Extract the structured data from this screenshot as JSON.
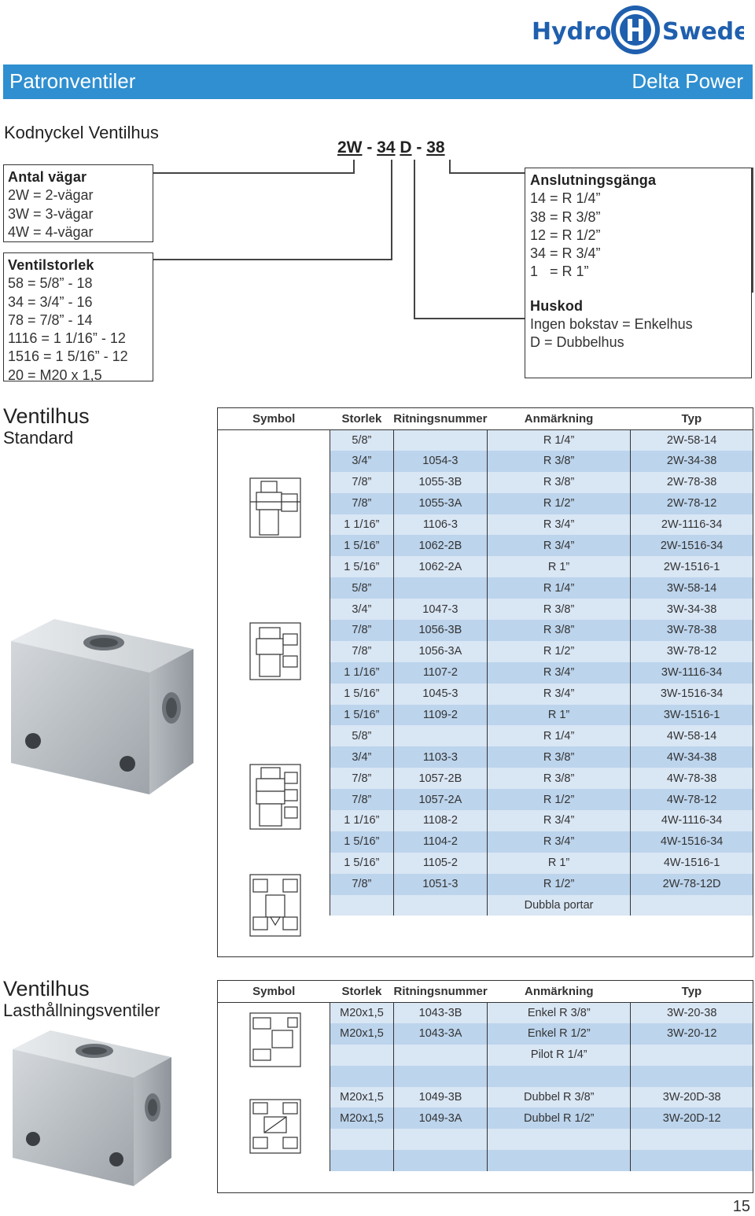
{
  "logo": {
    "text_left": "Hydro",
    "text_right": "Swede",
    "color": "#1f5fae"
  },
  "header": {
    "title": "Patronventiler",
    "brand": "Delta Power",
    "band_color": "#2f8fd0"
  },
  "key": {
    "heading": "Kodnyckel Ventilhus",
    "code": {
      "part1": "2W",
      "sep1": " - ",
      "part2": "34",
      "sep2": " ",
      "part3": "D",
      "sep3": " - ",
      "part4": "38"
    },
    "left_boxes": [
      {
        "title": "Antal vägar",
        "lines": [
          "2W = 2-vägar",
          "3W = 3-vägar",
          "4W = 4-vägar"
        ]
      },
      {
        "title": "Ventilstorlek",
        "lines": [
          "58 = 5/8” - 18",
          "34 = 3/4” - 16",
          "78 = 7/8” - 14",
          "1116 = 1 1/16” - 12",
          "1516 = 1 5/16” - 12",
          "20 = M20 x 1,5"
        ]
      }
    ],
    "right_box": {
      "title1": "Anslutningsgänga",
      "lines1": [
        "14 = R 1/4”",
        "38 = R 3/8”",
        "12 = R 1/2”",
        "34 = R 3/4”",
        "1   = R 1”"
      ],
      "title2": "Huskod",
      "lines2": [
        "Ingen bokstav = Enkelhus",
        "D = Dubbelhus"
      ]
    }
  },
  "standard": {
    "title": "Ventilhus",
    "subtitle": "Standard",
    "columns": [
      "Symbol",
      "Storlek",
      "Ritningsnummer",
      "Anmärkning",
      "Typ"
    ],
    "rows": [
      [
        "5/8”",
        "",
        "R 1/4”",
        "2W-58-14"
      ],
      [
        "3/4”",
        "1054-3",
        "R 3/8”",
        "2W-34-38"
      ],
      [
        "7/8”",
        "1055-3B",
        "R 3/8”",
        "2W-78-38"
      ],
      [
        "7/8”",
        "1055-3A",
        "R 1/2”",
        "2W-78-12"
      ],
      [
        "1 1/16”",
        "1106-3",
        "R 3/4”",
        "2W-1116-34"
      ],
      [
        "1 5/16”",
        "1062-2B",
        "R 3/4”",
        "2W-1516-34"
      ],
      [
        "1 5/16”",
        "1062-2A",
        "R 1”",
        "2W-1516-1"
      ],
      [
        "5/8”",
        "",
        "R 1/4”",
        "3W-58-14"
      ],
      [
        "3/4”",
        "1047-3",
        "R 3/8”",
        "3W-34-38"
      ],
      [
        "7/8”",
        "1056-3B",
        "R 3/8”",
        "3W-78-38"
      ],
      [
        "7/8”",
        "1056-3A",
        "R 1/2”",
        "3W-78-12"
      ],
      [
        "1 1/16”",
        "1107-2",
        "R 3/4”",
        "3W-1116-34"
      ],
      [
        "1 5/16”",
        "1045-3",
        "R 3/4”",
        "3W-1516-34"
      ],
      [
        "1 5/16”",
        "1109-2",
        "R 1”",
        "3W-1516-1"
      ],
      [
        "5/8”",
        "",
        "R 1/4”",
        "4W-58-14"
      ],
      [
        "3/4”",
        "1103-3",
        "R 3/8”",
        "4W-34-38"
      ],
      [
        "7/8”",
        "1057-2B",
        "R 3/8”",
        "4W-78-38"
      ],
      [
        "7/8”",
        "1057-2A",
        "R 1/2”",
        "4W-78-12"
      ],
      [
        "1 1/16”",
        "1108-2",
        "R 3/4”",
        "4W-1116-34"
      ],
      [
        "1 5/16”",
        "1104-2",
        "R 3/4”",
        "4W-1516-34"
      ],
      [
        "1 5/16”",
        "1105-2",
        "R 1”",
        "4W-1516-1"
      ],
      [
        "7/8”",
        "1051-3",
        "R 1/2”",
        "2W-78-12D"
      ],
      [
        "",
        "",
        "Dubbla portar",
        ""
      ]
    ]
  },
  "last": {
    "title": "Ventilhus",
    "subtitle": "Lasthållningsventiler",
    "columns": [
      "Symbol",
      "Storlek",
      "Ritningsnummer",
      "Anmärkning",
      "Typ"
    ],
    "rows": [
      [
        "M20x1,5",
        "1043-3B",
        "Enkel R 3/8”",
        "3W-20-38"
      ],
      [
        "M20x1,5",
        "1043-3A",
        "Enkel R 1/2”",
        "3W-20-12"
      ],
      [
        "",
        "",
        "Pilot R 1/4”",
        ""
      ],
      [
        "",
        "",
        "",
        ""
      ],
      [
        "M20x1,5",
        "1049-3B",
        "Dubbel R 3/8”",
        "3W-20D-38"
      ],
      [
        "M20x1,5",
        "1049-3A",
        "Dubbel R 1/2”",
        "3W-20D-12"
      ],
      [
        "",
        "",
        "",
        ""
      ],
      [
        "",
        "",
        "",
        ""
      ]
    ]
  },
  "page_number": "15"
}
